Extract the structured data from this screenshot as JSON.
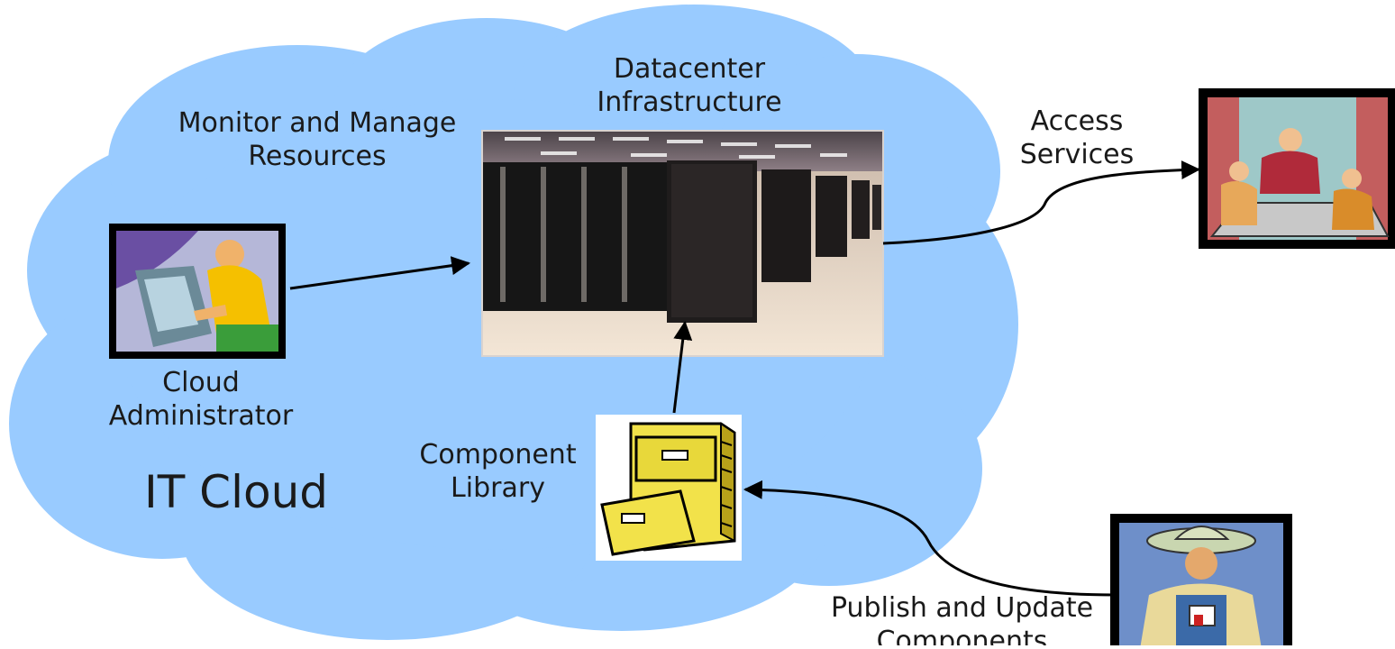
{
  "cloud": {
    "label": "IT Cloud",
    "fill": "#99cbff"
  },
  "nodes": {
    "datacenter": {
      "label_lines": [
        "Datacenter",
        "Infrastructure"
      ],
      "icon": "server-room-photo"
    },
    "admin": {
      "label_lines": [
        "Cloud",
        "Administrator"
      ],
      "icon": "person-at-computer-clipart"
    },
    "library": {
      "label_lines": [
        "Component",
        "Library"
      ],
      "icon": "file-cabinet-clipart"
    },
    "consumers": {
      "icon": "business-meeting-clipart"
    },
    "publisher": {
      "icon": "farmer-clipart"
    }
  },
  "edges": {
    "monitor": {
      "label_lines": [
        "Monitor and Manage",
        "Resources"
      ]
    },
    "access": {
      "label_lines": [
        "Access",
        "Services"
      ]
    },
    "publish": {
      "label_lines": [
        "Publish and Update",
        "Components"
      ]
    },
    "supply": {
      "label_lines": []
    }
  }
}
